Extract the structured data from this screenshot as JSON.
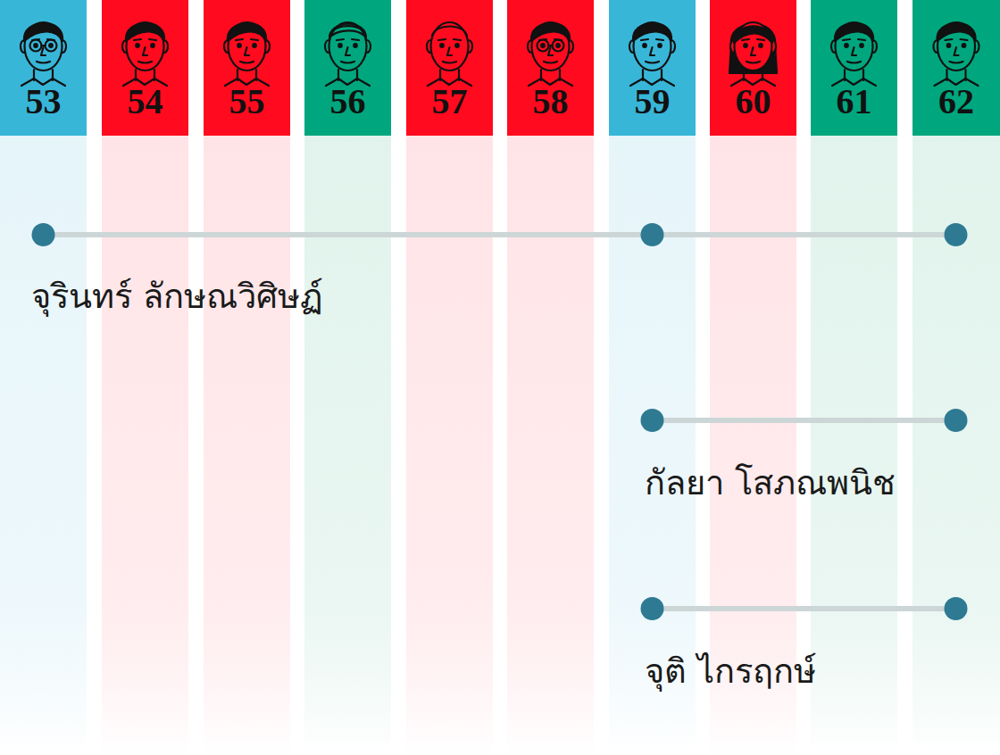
{
  "diagram": {
    "nodes": [
      {
        "text": [
          "53"
        ]
      },
      {
        "text": [
          "54"
        ]
      },
      {
        "text": [
          "55"
        ]
      },
      {
        "text": [
          "56"
        ]
      },
      {
        "text": [
          "57"
        ]
      },
      {
        "text": [
          "58"
        ]
      },
      {
        "text": [
          "59"
        ]
      },
      {
        "text": [
          "60"
        ]
      },
      {
        "text": [
          "61"
        ]
      },
      {
        "text": [
          "62"
        ]
      }
    ],
    "labels": [
      "จุรินทร์ ลักษณวิศิษฏ์",
      "กัลยา โสภณพนิช",
      "จุติ ไกรฤกษ์"
    ]
  }
}
